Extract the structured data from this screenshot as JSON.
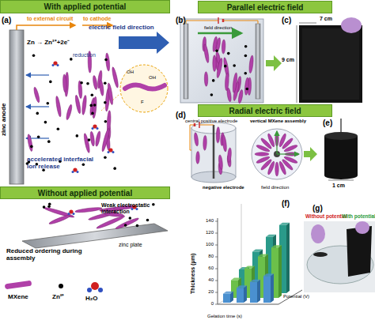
{
  "diagram": {
    "nodes": [
      {
        "text": [
          "With applied potential"
        ]
      },
      {
        "text": [
          "Without applied potential"
        ]
      },
      {
        "text": [
          "Parallel electric field"
        ]
      },
      {
        "text": [
          "Radial electric field"
        ]
      }
    ],
    "labels": [
      "(a)",
      "to external circuit",
      "to cathode",
      "electric field direction",
      "Zn → Zn²⁺+2e⁻",
      "reduction",
      "OH",
      "OH",
      "F",
      "zinc anode",
      "accelerated interfacial ion release",
      "Weak electrostatic interaction",
      "zinc plate",
      "Reduced ordering during assembly",
      "(b)",
      "field direction",
      "(c)",
      "7 cm",
      "9 cm",
      "(d)",
      "central positive electrode",
      "vertical MXene assembly",
      "negative electrode",
      "field direction",
      "(e)",
      "1 cm",
      "(f)",
      "Thickness (μm)",
      "Gelation time (s)",
      "Potential (V)",
      "0",
      "20",
      "40",
      "60",
      "80",
      "100",
      "120",
      "140",
      "(g)",
      "Without potential",
      "With potential"
    ],
    "legend": [
      {
        "text": "MXene",
        "color": "#b040a8"
      },
      {
        "text": "Zn²⁺",
        "color": "#000000"
      },
      {
        "text": "H₂O"
      }
    ]
  }
}
